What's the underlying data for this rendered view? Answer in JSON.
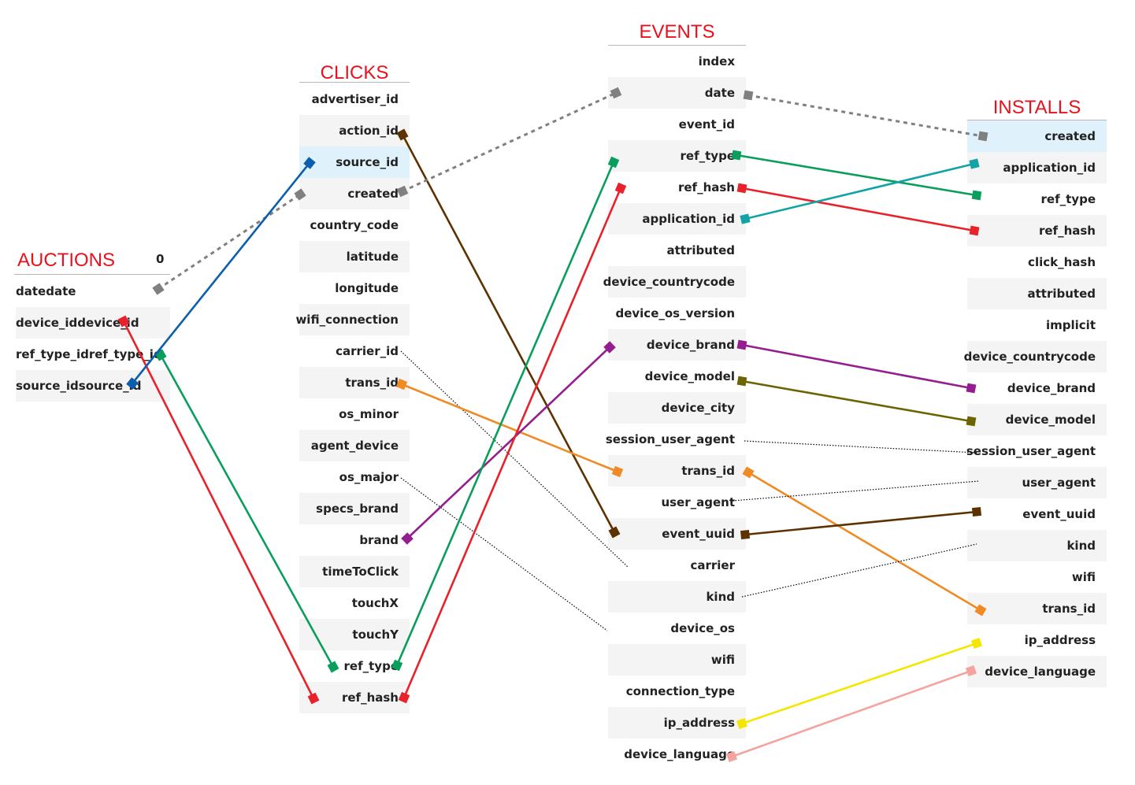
{
  "tables": {
    "auctions": {
      "title": "AUCTIONS",
      "column_header": "0",
      "rows": [
        {
          "index": "date",
          "value": "date"
        },
        {
          "index": "device_id",
          "value": "device_id"
        },
        {
          "index": "ref_type_id",
          "value": "ref_type_id"
        },
        {
          "index": "source_id",
          "value": "source_id"
        }
      ]
    },
    "clicks": {
      "title": "CLICKS",
      "rows": [
        "advertiser_id",
        "action_id",
        "source_id",
        "created",
        "country_code",
        "latitude",
        "longitude",
        "wifi_connection",
        "carrier_id",
        "trans_id",
        "os_minor",
        "agent_device",
        "os_major",
        "specs_brand",
        "brand",
        "timeToClick",
        "touchX",
        "touchY",
        "ref_type",
        "ref_hash"
      ]
    },
    "events": {
      "title": "EVENTS",
      "rows": [
        "index",
        "date",
        "event_id",
        "ref_type",
        "ref_hash",
        "application_id",
        "attributed",
        "device_countrycode",
        "device_os_version",
        "device_brand",
        "device_model",
        "device_city",
        "session_user_agent",
        "trans_id",
        "user_agent",
        "event_uuid",
        "carrier",
        "kind",
        "device_os",
        "wifi",
        "connection_type",
        "ip_address",
        "device_language"
      ]
    },
    "installs": {
      "title": "INSTALLS",
      "rows": [
        "created",
        "application_id",
        "ref_type",
        "ref_hash",
        "click_hash",
        "attributed",
        "implicit",
        "device_countrycode",
        "device_brand",
        "device_model",
        "session_user_agent",
        "user_agent",
        "event_uuid",
        "kind",
        "wifi",
        "trans_id",
        "ip_address",
        "device_language"
      ]
    }
  },
  "links": [
    {
      "from": [
        "auctions",
        0
      ],
      "to": [
        "clicks",
        3
      ],
      "style": "dashed",
      "color": "#808080"
    },
    {
      "from": [
        "auctions",
        1
      ],
      "to": [
        "clicks",
        19
      ],
      "style": "solid",
      "color": "#e8212b"
    },
    {
      "from": [
        "auctions",
        2
      ],
      "to": [
        "clicks",
        18
      ],
      "style": "solid",
      "color": "#0a9e5c"
    },
    {
      "from": [
        "auctions",
        3
      ],
      "to": [
        "clicks",
        2
      ],
      "style": "solid",
      "color": "#0b5fae"
    },
    {
      "from": [
        "clicks",
        1
      ],
      "to": [
        "events",
        15
      ],
      "style": "solid",
      "color": "#5c3200"
    },
    {
      "from": [
        "clicks",
        3
      ],
      "to": [
        "events",
        1
      ],
      "style": "dashed",
      "color": "#808080"
    },
    {
      "from": [
        "clicks",
        8
      ],
      "to": [
        "events",
        16
      ],
      "style": "dotted",
      "color": "#000000"
    },
    {
      "from": [
        "clicks",
        9
      ],
      "to": [
        "events",
        13
      ],
      "style": "solid",
      "color": "#f08a24"
    },
    {
      "from": [
        "clicks",
        12
      ],
      "to": [
        "events",
        18
      ],
      "style": "dotted",
      "color": "#000000"
    },
    {
      "from": [
        "clicks",
        14
      ],
      "to": [
        "events",
        9
      ],
      "style": "solid",
      "color": "#941e8f"
    },
    {
      "from": [
        "clicks",
        18
      ],
      "to": [
        "events",
        3
      ],
      "style": "solid",
      "color": "#0a9e5c"
    },
    {
      "from": [
        "clicks",
        19
      ],
      "to": [
        "events",
        4
      ],
      "style": "solid",
      "color": "#e8212b"
    },
    {
      "from": [
        "events",
        1
      ],
      "to": [
        "installs",
        0
      ],
      "style": "dashed",
      "color": "#808080"
    },
    {
      "from": [
        "events",
        3
      ],
      "to": [
        "installs",
        2
      ],
      "style": "solid",
      "color": "#0a9e5c"
    },
    {
      "from": [
        "events",
        4
      ],
      "to": [
        "installs",
        3
      ],
      "style": "solid",
      "color": "#e8212b"
    },
    {
      "from": [
        "events",
        5
      ],
      "to": [
        "installs",
        1
      ],
      "style": "solid",
      "color": "#12a3a8"
    },
    {
      "from": [
        "events",
        9
      ],
      "to": [
        "installs",
        8
      ],
      "style": "solid",
      "color": "#941e8f"
    },
    {
      "from": [
        "events",
        10
      ],
      "to": [
        "installs",
        9
      ],
      "style": "solid",
      "color": "#6b6400"
    },
    {
      "from": [
        "events",
        12
      ],
      "to": [
        "installs",
        10
      ],
      "style": "dotted",
      "color": "#000000"
    },
    {
      "from": [
        "events",
        13
      ],
      "to": [
        "installs",
        15
      ],
      "style": "solid",
      "color": "#f08a24"
    },
    {
      "from": [
        "events",
        14
      ],
      "to": [
        "installs",
        11
      ],
      "style": "dotted",
      "color": "#000000"
    },
    {
      "from": [
        "events",
        15
      ],
      "to": [
        "installs",
        12
      ],
      "style": "solid",
      "color": "#5c3200"
    },
    {
      "from": [
        "events",
        17
      ],
      "to": [
        "installs",
        13
      ],
      "style": "dotted",
      "color": "#000000"
    },
    {
      "from": [
        "events",
        21
      ],
      "to": [
        "installs",
        16
      ],
      "style": "solid",
      "color": "#f5e600"
    },
    {
      "from": [
        "events",
        22
      ],
      "to": [
        "installs",
        17
      ],
      "style": "solid",
      "color": "#f4a3a0"
    }
  ]
}
